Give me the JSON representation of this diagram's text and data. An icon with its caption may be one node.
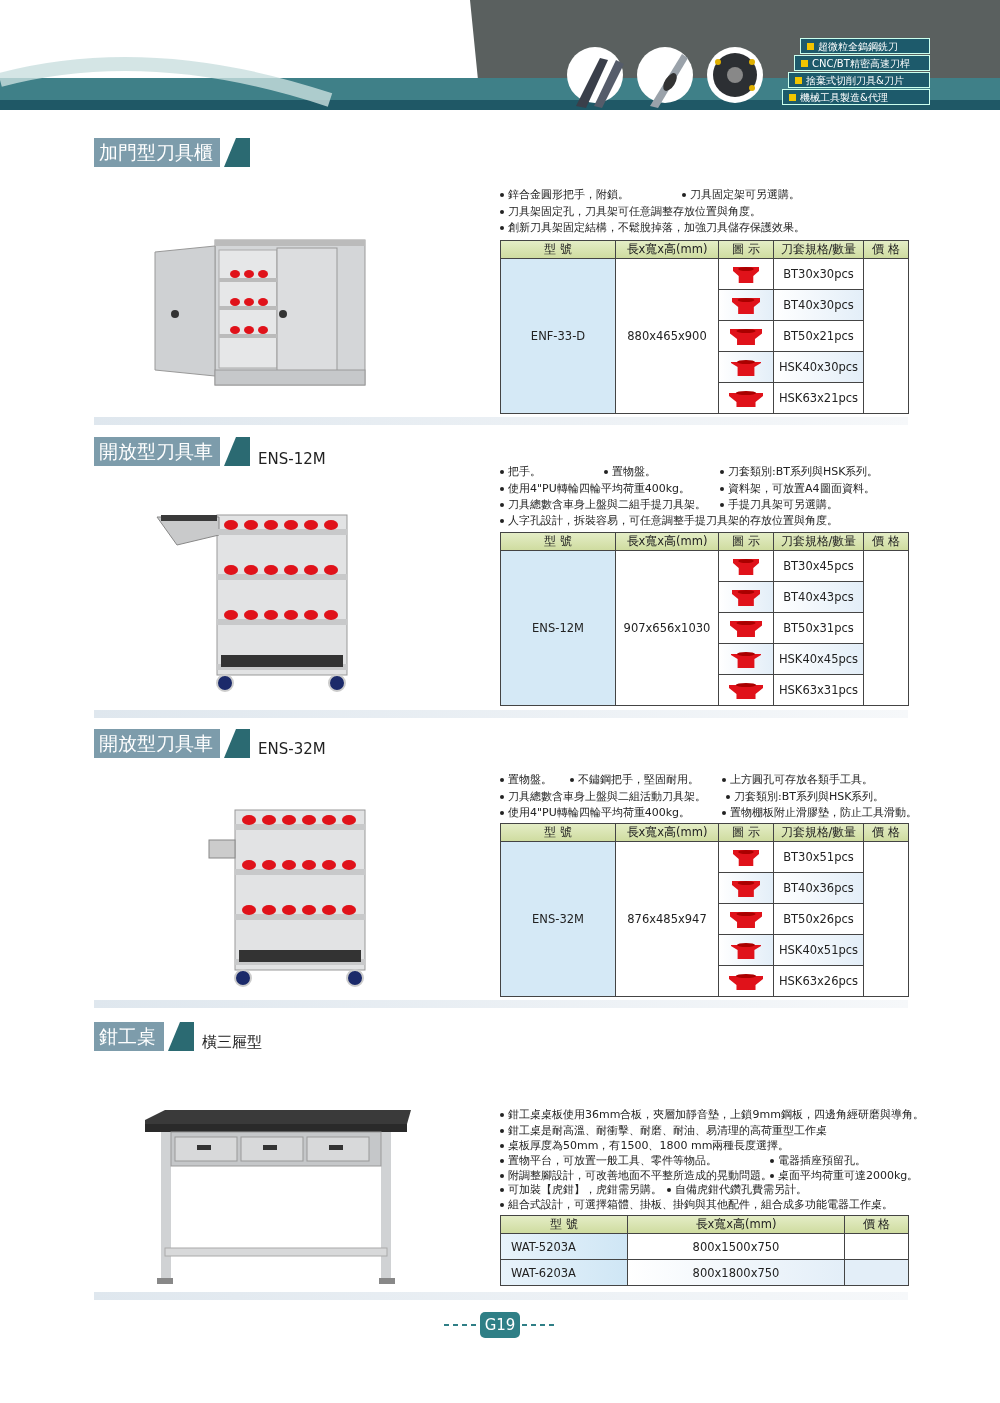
{
  "diagram": {
    "nodes": [
      {
        "text": [
          "超微粒全鎢鋼銑刀"
        ]
      },
      {
        "text": [
          "CNC/BT精密高速刀桿"
        ]
      },
      {
        "text": [
          "捨棄式切削刀具&刀片"
        ]
      },
      {
        "text": [
          "機械工具製造&代理"
        ]
      },
      {
        "text": [
          "加門型刀具櫃"
        ]
      },
      {
        "text": [
          "開放型刀具車"
        ]
      },
      {
        "text": [
          "開放型刀具車"
        ]
      },
      {
        "text": [
          "鉗工桌"
        ]
      },
      {
        "text": [
          "G19"
        ]
      }
    ],
    "labels": [
      "鋅合金圓形把手，附鎖。",
      "刀具固定架可另選購。",
      "刀具架固定孔，刀具架可任意調整存放位置與角度。",
      "創新刀具架固定結構，不鬆脫掉落，加強刀具儲存保護效果。",
      "型 號",
      "長x寬x高(mm)",
      "圖 示",
      "刀套規格/數量",
      "價 格",
      "ENF-33-D",
      "880x465x900",
      "BT30x30pcs",
      "BT40x30pcs",
      "BT50x21pcs",
      "HSK40x30pcs",
      "HSK63x21pcs",
      "ENS-12M",
      "把手。",
      "置物盤。",
      "刀套類別:BT系列與HSK系列。",
      "使用4\"PU轉輪四輪平均荷重400kg。",
      "資料架，可放置A4圖面資料。",
      "刀具總數含車身上盤與二組手提刀具架。",
      "手提刀具架可另選購。",
      "人字孔設計，拆裝容易，可任意調整手提刀具架的存放位置與角度。",
      "型 號",
      "長x寬x高(mm)",
      "圖 示",
      "刀套規格/數量",
      "價 格",
      "ENS-12M",
      "907x656x1030",
      "BT30x45pcs",
      "BT40x43pcs",
      "BT50x31pcs",
      "HSK40x45pcs",
      "HSK63x31pcs",
      "ENS-32M",
      "置物盤。",
      "不鏽鋼把手，堅固耐用。",
      "上方圓孔可存放各類手工具。",
      "刀具總數含車身上盤與二組活動刀具架。",
      "刀套類別:BT系列與HSK系列。",
      "使用4\"PU轉輪四輪平均荷重400kg。",
      "置物棚板附止滑膠墊，防止工具滑動。",
      "型 號",
      "長x寬x高(mm)",
      "圖 示",
      "刀套規格/數量",
      "價 格",
      "ENS-32M",
      "876x485x947",
      "BT30x51pcs",
      "BT40x36pcs",
      "BT50x26pcs",
      "HSK40x51pcs",
      "HSK63x26pcs",
      "橫三屜型",
      "鉗工桌桌板使用36mm合板，夾層加靜音墊，上鎖9mm鋼板，四邊角經研磨與導角。",
      "鉗工桌是耐高溫、耐衝擊、耐磨、耐油、易清理的高荷重型工作桌",
      "桌板厚度為50mm，有1500、1800 mm兩種長度選擇。",
      "置物平台，可放置一般工具、零件等物品。",
      "電器插座預留孔。",
      "附調整腳設計，可改善地面不平整所造成的晃動問題。",
      "桌面平均荷重可達2000kg。",
      "可加裝【虎鉗】，虎鉗需另購。",
      "自備虎鉗代鑽孔費需另計。",
      "組合式設計，可選擇箱體、掛板、掛鉤與其他配件，組合成多功能電器工作桌。",
      "型 號",
      "長x寬x高(mm)",
      "價 格",
      "WAT-5203A",
      "800x1500x750",
      "WAT-6203A",
      "800x1800x750"
    ]
  }
}
